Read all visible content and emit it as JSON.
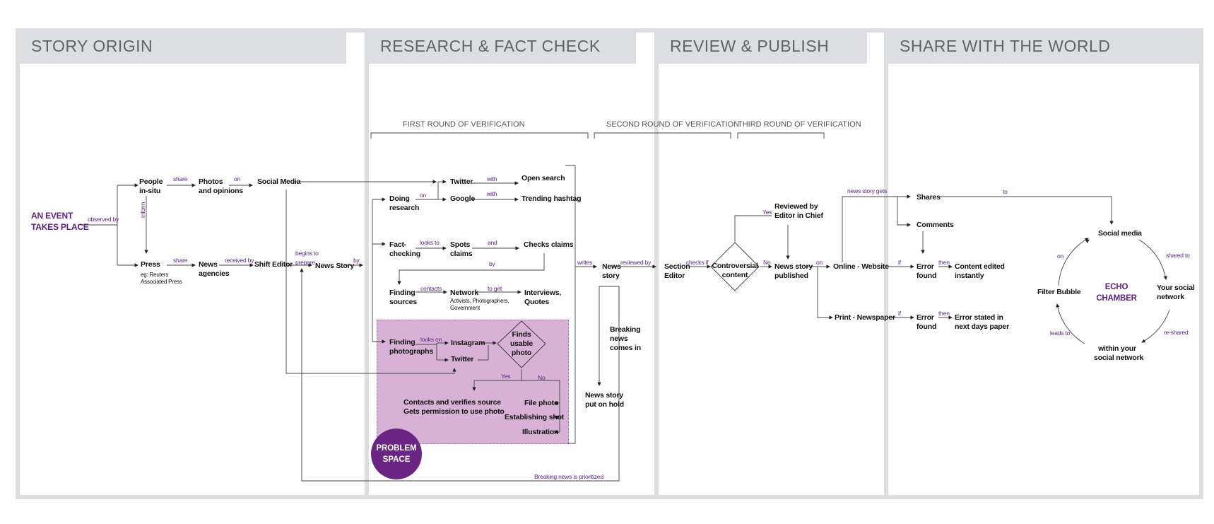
{
  "sections": {
    "origin": "STORY ORIGIN",
    "research": "RESEARCH & FACT CHECK",
    "review": "REVIEW & PUBLISH",
    "share": "SHARE WITH THE WORLD"
  },
  "rounds": {
    "first": "FIRST ROUND OF VERIFICATION",
    "second": "SECOND ROUND OF VERIFICATION",
    "third": "THIRD ROUND OF VERIFICATION"
  },
  "origin": {
    "event_line1": "AN EVENT",
    "event_line2": "TAKES PLACE",
    "observed_by": "observed by",
    "people_line1": "People",
    "people_line2": "in-situ",
    "share1": "share",
    "photos_line1": "Photos",
    "photos_line2": "and opinions",
    "on1": "on",
    "social_media": "Social Media",
    "inform": "inform",
    "press": "Press",
    "press_eg1": "eg: Reuters",
    "press_eg2": "Associated Press",
    "share2": "share",
    "news_line1": "News",
    "news_line2": "agencies",
    "received_by": "received by",
    "shift_editor": "Shift Editor",
    "begins_line1": "begins to",
    "begins_line2": "prepare",
    "news_story": "News Story",
    "by": "by"
  },
  "research": {
    "twitter": "Twitter",
    "with1": "with",
    "open_search": "Open search",
    "doing_line1": "Doing",
    "doing_line2": "research",
    "on": "on",
    "google": "Google",
    "with2": "with",
    "trending": "Trending hashtag",
    "fact_line1": "Fact-",
    "fact_line2": "checking",
    "looks_to": "looks to",
    "spots_line1": "Spots",
    "spots_line2": "claims",
    "and": "and",
    "checks": "Checks claims",
    "by": "by",
    "finding_src1": "Finding",
    "finding_src2": "sources",
    "contacts": "contacts",
    "network": "Network",
    "network_sub1": "Activists, Photographers,",
    "network_sub2": "Government",
    "to_get": "to get",
    "interviews1": "Interviews,",
    "interviews2": "Quotes",
    "finding_ph1": "Finding",
    "finding_ph2": "photographs",
    "looks_on": "looks on",
    "instagram": "Instagram",
    "twitter2": "Twitter",
    "finds1": "Finds",
    "finds2": "usable",
    "finds3": "photo",
    "yes": "Yes",
    "no": "No",
    "contacts_verifies1": "Contacts and verifies source",
    "contacts_verifies2": "Gets permission to use photo",
    "file_photo": "File photo",
    "establishing": "Establishing shot",
    "illustration": "Illustration",
    "problem1": "PROBLEM",
    "problem2": "SPACE",
    "writes": "writes",
    "news_story1": "News",
    "news_story2": "story",
    "breaking1": "Breaking",
    "breaking2": "news",
    "breaking3": "comes in",
    "hold1": "News story",
    "hold2": "put on hold",
    "prioritized": "Breaking news is prioritized"
  },
  "review": {
    "reviewed_by": "reviewed by",
    "section1": "Section",
    "section2": "Editor",
    "checks_if": "checks if",
    "controversial1": "Controversial",
    "controversial2": "content",
    "yes": "Yes",
    "no": "No",
    "chief1": "Reviewed by",
    "chief2": "Editor in Chief",
    "published1": "News story",
    "published2": "published",
    "on": "on"
  },
  "share": {
    "online": "Online - Website",
    "print": "Print - Newspaper",
    "gets": "news story gets",
    "shares": "Shares",
    "to": "to",
    "comments": "Comments",
    "if1": "if",
    "error1a": "Error",
    "error1b": "found",
    "then1": "then",
    "edited1": "Content edited",
    "edited2": "instantly",
    "if2": "if",
    "error2a": "Error",
    "error2b": "found",
    "then2": "then",
    "stated1": "Error stated in",
    "stated2": "next days paper",
    "social_media": "Social media",
    "shared_to": "shared to",
    "your1": "Your social",
    "your2": "network",
    "reshared": "re-shared",
    "within1": "within your",
    "within2": "social network",
    "leads_to": "leads to",
    "filter": "Filter Bubble",
    "on": "on",
    "echo1": "ECHO",
    "echo2": "CHAMBER"
  },
  "colors": {
    "accent": "#5a1f82",
    "panel": "#dcdedf",
    "problem_space": "#d7b2d6",
    "badge": "#6a2584"
  }
}
